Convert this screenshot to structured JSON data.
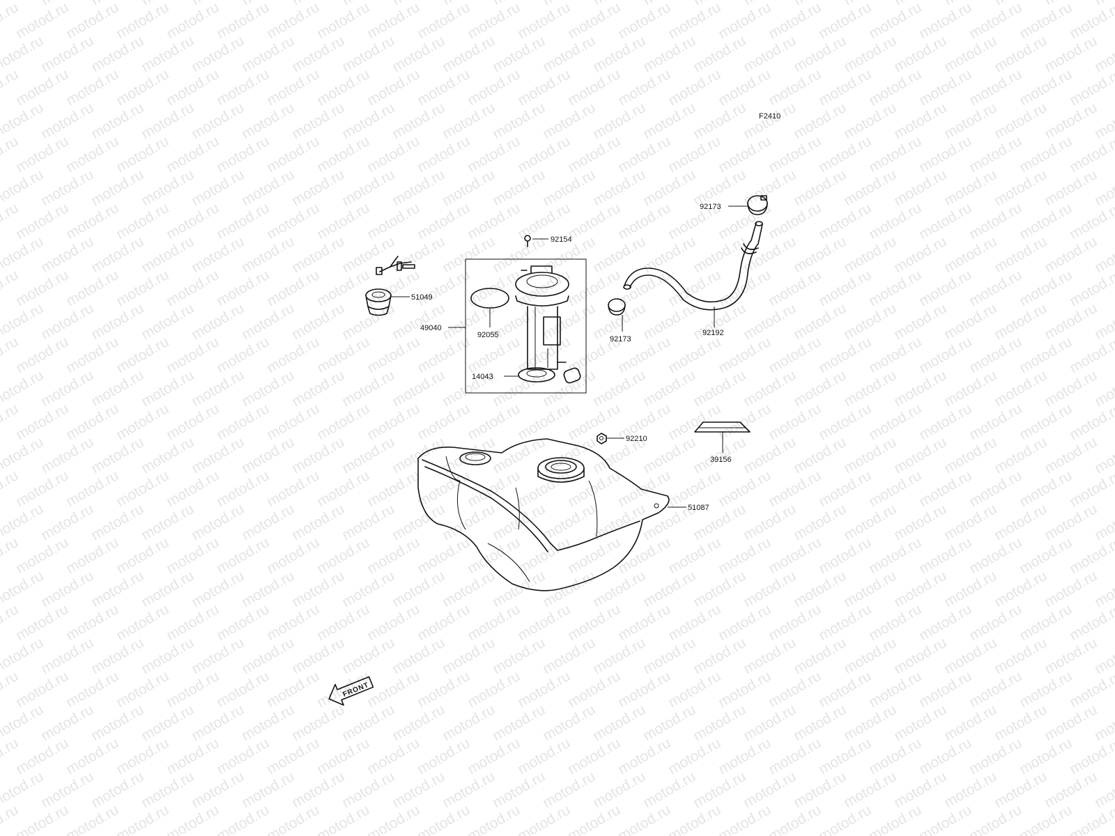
{
  "diagram": {
    "code": "F2410",
    "watermark_text": "motod.ru",
    "front_label": "FRONT",
    "callouts": {
      "p92154": "92154",
      "p51049": "51049",
      "p49040": "49040",
      "p92055": "92055",
      "p14043": "14043",
      "p92173_top": "92173",
      "p92173_mid": "92173",
      "p92192": "92192",
      "p92210": "92210",
      "p39156": "39156",
      "p51087": "51087"
    }
  }
}
